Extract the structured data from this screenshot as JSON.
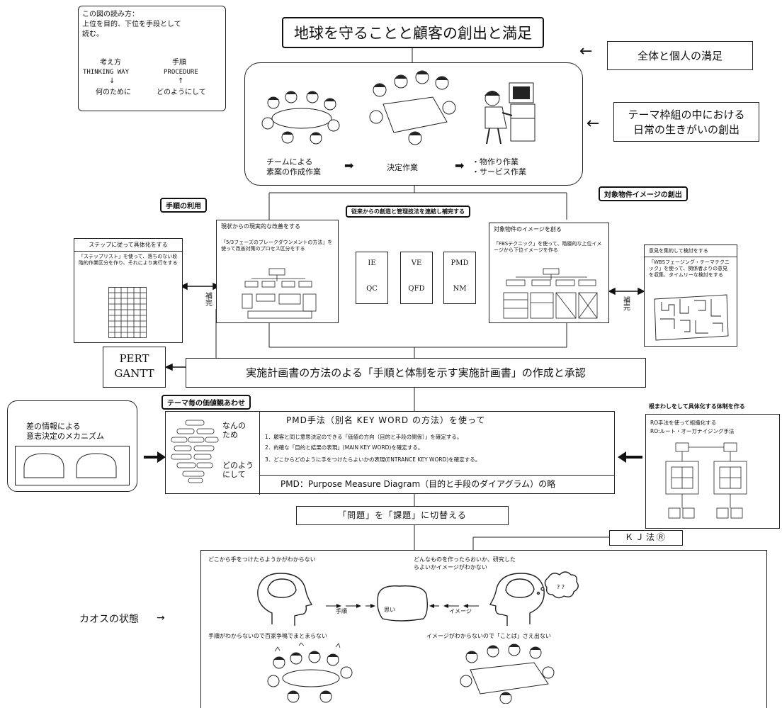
{
  "howto": {
    "title": "この図の読み方：",
    "line1": "上位を目的、下位を手段として",
    "line2": "読む。",
    "col1_jp": "考え方",
    "col1_en": "THINKING WAY",
    "col1_q": "何のために",
    "col2_jp": "手順",
    "col2_en": "PROCEDURE",
    "col2_q": "どのようにして",
    "arrow_down": "↓",
    "arrow_up": "↑"
  },
  "top_title": "地球を守ることと顧客の創出と満足",
  "right_note1": "全体と個人の満足",
  "right_note2_l1": "テーマ枠組の中における",
  "right_note2_l2": "日常の生きがいの創出",
  "arrow_left": "←",
  "arrow_right": "➡",
  "work": {
    "team_l1": "チームによる",
    "team_l2": "素案の作成作業",
    "decision": "決定作業",
    "prod_l1": "・物作り作業",
    "prod_l2": "・サービス作業"
  },
  "labels": {
    "procedure_use": "手順の利用",
    "object_image_creation": "対象物件イメージの創出",
    "bridge": "従来からの創造と管理技法を連結し補完する",
    "value_match": "テーマ毎の価値観あわせ"
  },
  "step_box": {
    "head": "ステップに従って具体化をする",
    "body": "「ステップリスト」を使って、落ちのない段階的作業区分を作り、それにより実行をする"
  },
  "complement": "補完",
  "realistic_box": {
    "head": "現状からの現実的な改善をする",
    "body": "「5/3フェーズのブレークダウンメントの方法」を使って改善対策のプロセス区分をする"
  },
  "methods": {
    "m1a": "IE",
    "m1b": "QC",
    "m2a": "VE",
    "m2b": "QFD",
    "m3a": "PMD",
    "m3b": "NM"
  },
  "image_box": {
    "head": "対象物件のイメージを創る",
    "body": "「FBSテクニック」を使って、階層的な上位イメージから下位イメージを作る"
  },
  "opinion_box": {
    "head": "意見を集約して検討をする",
    "body": "「WBSフェージング・テーマテクニック」を使って、関係者よりの意見を収集、タイムリーな検討をする"
  },
  "pert": {
    "l1": "PERT",
    "l2": "GANTT"
  },
  "plan_bar": "実施計画書の方法のよる「手順と体制を示す実施計画書」の作成と承認",
  "info_box": {
    "l1": "差の情報による",
    "l2": "意志決定のメカニズム"
  },
  "pmd": {
    "title": "PMD手法（別名 KEY WORD の方法）を使って",
    "why_l1": "なんの",
    "why_l2": "ため",
    "how_l1": "どのよう",
    "how_l2": "にして",
    "item1": "1．顧客と同じ意思決定のできる「価値の方向（目的と手段の関係）」を確定する。",
    "item2": "2．的確な「目的と結果の表現」(MAIN KEY WORD)を確定する。",
    "item3": "3．どこからどのように手をつけたらよいかの表現(ENTRANCE KEY WORD)を確定する。",
    "footer": "PMD：Purpose Measure Diagram（目的と手段のダイアグラム）の略"
  },
  "ro_box": {
    "head": "根まわしをして具体化する体制を作る",
    "l1": "RO手法を使って組織化する",
    "l2": "RO:ルート・オーガナイジング手法"
  },
  "problem_bar": "「問題」を「課題」に切替える",
  "kj": "ＫＪ法Ⓡ",
  "chaos": {
    "side_label": "カオスの状態",
    "side_arrow": "→",
    "q_left": "どこから手をつけたらようかがわからない",
    "q_right_l1": "どんなものを作ったらおいか、研究した",
    "q_right_l2": "らよいかイメージがわかない",
    "center": "思い",
    "proc": "手順",
    "image": "イメージ",
    "bottom_left": "手順がわからないので百家争鳴でまとまらない",
    "bottom_right": "イメージがわからないので「ことば」さえ出ない"
  }
}
